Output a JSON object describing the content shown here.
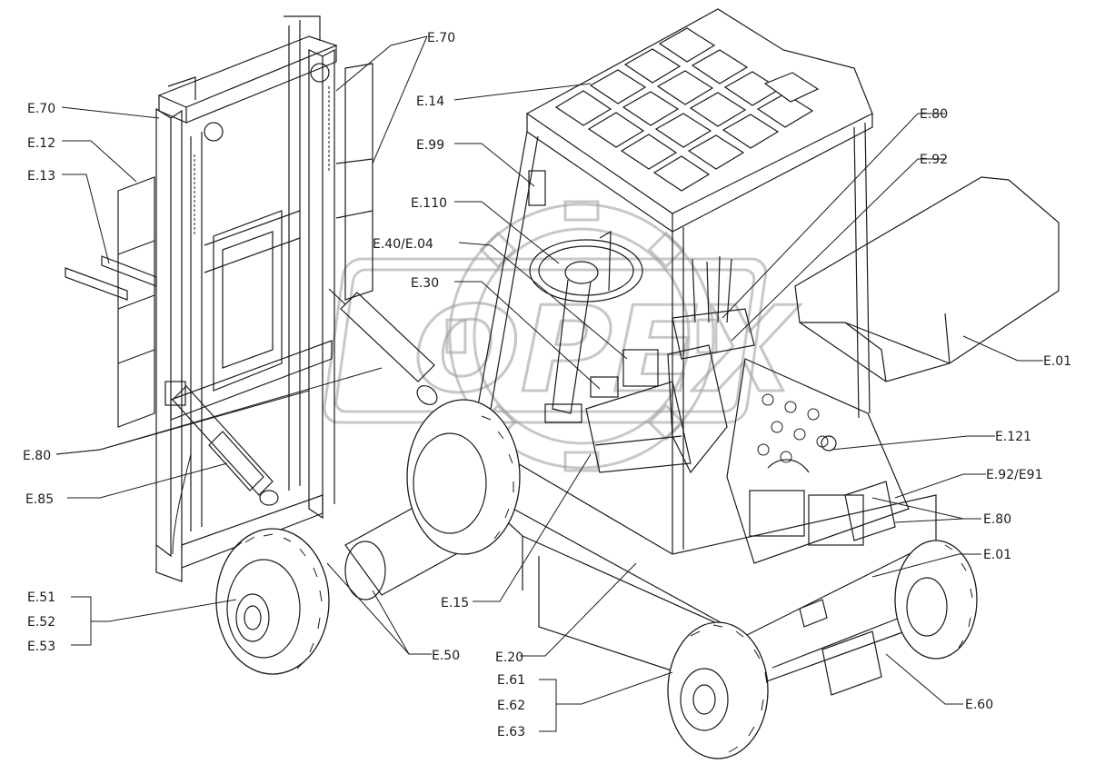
{
  "diagram": {
    "labels": {
      "e70_top": "E.70",
      "e70_left": "E.70",
      "e12": "E.12",
      "e13": "E.13",
      "e14": "E.14",
      "e99": "E.99",
      "e110": "E.110",
      "e40": "E.40/E.04",
      "e30": "E.30",
      "e80_top": "E.80",
      "e92": "E.92",
      "e01_top": "E.01",
      "e121": "E.121",
      "e9291": "E.92/E91",
      "e80_right": "E.80",
      "e01_right": "E.01",
      "e80_left": "E.80",
      "e85": "E.85",
      "e51": "E.51",
      "e52": "E.52",
      "e53": "E.53",
      "e50": "E.50",
      "e15": "E.15",
      "e20": "E.20",
      "e61": "E.61",
      "e62": "E.62",
      "e63": "E.63",
      "e60": "E.60"
    },
    "watermark": {
      "text": "OPEX"
    }
  }
}
